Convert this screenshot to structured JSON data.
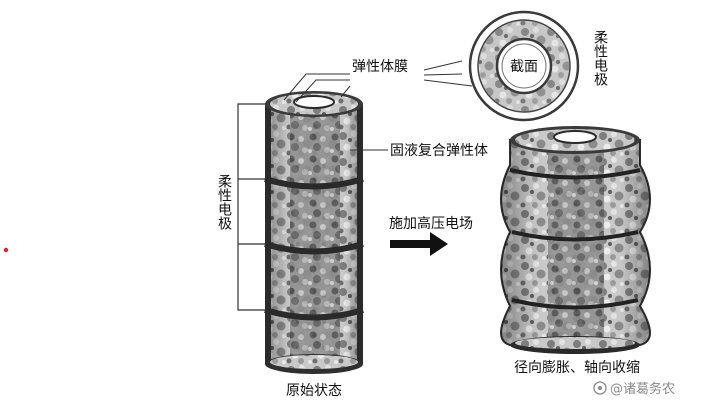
{
  "labels": {
    "elastic_membrane": "弹性体膜",
    "section": "截面",
    "flexible_electrode_right": "柔性电极",
    "solid_liquid_elastomer": "固液复合弹性体",
    "flexible_electrode_left": "柔性电极",
    "apply_voltage": "施加高压电场",
    "original_state": "原始状态",
    "radial_axial": "径向膨胀、轴向收缩",
    "watermark": "@诸葛务农"
  },
  "colors": {
    "accent_dot": "#e0202a",
    "dark": "#1a1a1a",
    "ring": "#3a3a3a",
    "foam_light": "#d6d6d6",
    "foam_mid": "#9c9c9c",
    "foam_dark": "#5a5a5a"
  },
  "icons": {
    "arrow": "arrow-right-icon",
    "watermark_logo": "watermark-logo-icon"
  }
}
